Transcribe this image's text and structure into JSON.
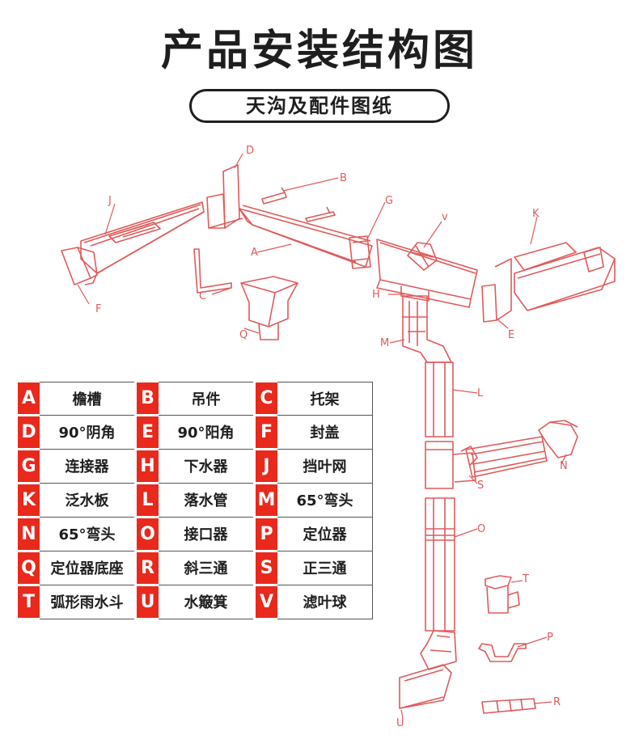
{
  "title": "产品安装结构图",
  "subtitle": "天沟及配件图纸",
  "colors": {
    "accent": "#e8291c",
    "line": "#e05a5a",
    "text": "#1e1e1e"
  },
  "diagram_labels": [
    "A",
    "B",
    "C",
    "D",
    "E",
    "F",
    "G",
    "H",
    "J",
    "K",
    "L",
    "M",
    "N",
    "O",
    "P",
    "Q",
    "R",
    "S",
    "T",
    "U",
    "v"
  ],
  "legend": [
    [
      {
        "key": "A",
        "name": "檐槽"
      },
      {
        "key": "B",
        "name": "吊件"
      },
      {
        "key": "C",
        "name": "托架"
      }
    ],
    [
      {
        "key": "D",
        "name": "90°阴角"
      },
      {
        "key": "E",
        "name": "90°阳角"
      },
      {
        "key": "F",
        "name": "封盖"
      }
    ],
    [
      {
        "key": "G",
        "name": "连接器"
      },
      {
        "key": "H",
        "name": "下水器"
      },
      {
        "key": "J",
        "name": "挡叶网"
      }
    ],
    [
      {
        "key": "K",
        "name": "泛水板"
      },
      {
        "key": "L",
        "name": "落水管"
      },
      {
        "key": "M",
        "name": "65°弯头"
      }
    ],
    [
      {
        "key": "N",
        "name": "65°弯头"
      },
      {
        "key": "O",
        "name": "接口器"
      },
      {
        "key": "P",
        "name": "定位器"
      }
    ],
    [
      {
        "key": "Q",
        "name": "定位器底座"
      },
      {
        "key": "R",
        "name": "斜三通"
      },
      {
        "key": "S",
        "name": "正三通"
      }
    ],
    [
      {
        "key": "T",
        "name": "弧形雨水斗"
      },
      {
        "key": "U",
        "name": "水簸箕"
      },
      {
        "key": "V",
        "name": "滤叶球"
      }
    ]
  ]
}
